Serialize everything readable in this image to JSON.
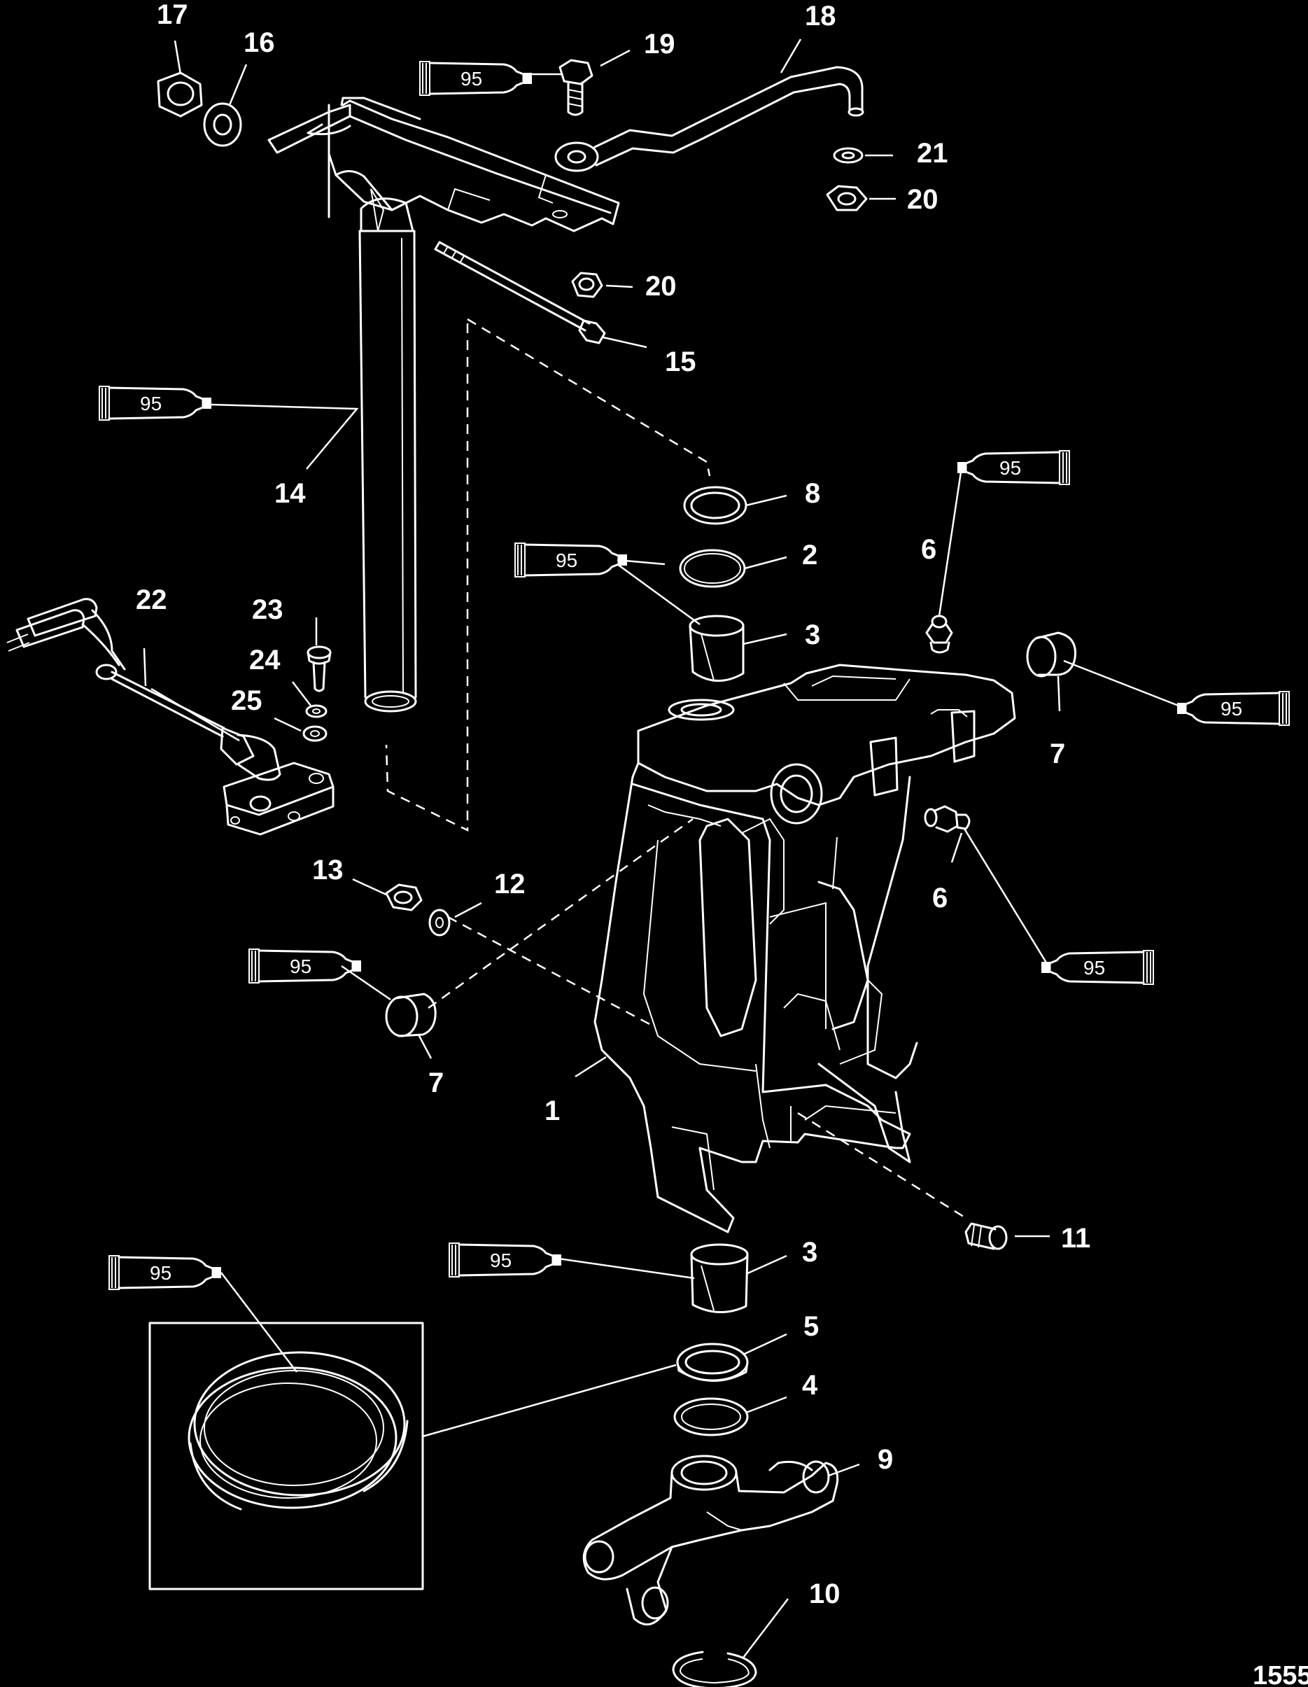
{
  "figure_number": "1555",
  "sealant_label": "95",
  "callouts": [
    {
      "id": "c1",
      "text": "1"
    },
    {
      "id": "c2",
      "text": "2"
    },
    {
      "id": "c3a",
      "text": "3"
    },
    {
      "id": "c3b",
      "text": "3"
    },
    {
      "id": "c4",
      "text": "4"
    },
    {
      "id": "c5",
      "text": "5"
    },
    {
      "id": "c6a",
      "text": "6"
    },
    {
      "id": "c6b",
      "text": "6"
    },
    {
      "id": "c7a",
      "text": "7"
    },
    {
      "id": "c7b",
      "text": "7"
    },
    {
      "id": "c8",
      "text": "8"
    },
    {
      "id": "c9",
      "text": "9"
    },
    {
      "id": "c10",
      "text": "10"
    },
    {
      "id": "c11",
      "text": "11"
    },
    {
      "id": "c12",
      "text": "12"
    },
    {
      "id": "c13",
      "text": "13"
    },
    {
      "id": "c14",
      "text": "14"
    },
    {
      "id": "c15",
      "text": "15"
    },
    {
      "id": "c16",
      "text": "16"
    },
    {
      "id": "c17",
      "text": "17"
    },
    {
      "id": "c18",
      "text": "18"
    },
    {
      "id": "c19",
      "text": "19"
    },
    {
      "id": "c20a",
      "text": "20"
    },
    {
      "id": "c20b",
      "text": "20"
    },
    {
      "id": "c21",
      "text": "21"
    },
    {
      "id": "c22",
      "text": "22"
    },
    {
      "id": "c23",
      "text": "23"
    },
    {
      "id": "c24",
      "text": "24"
    },
    {
      "id": "c25",
      "text": "25"
    }
  ],
  "colors": {
    "background": "#000000",
    "line": "#ffffff"
  }
}
